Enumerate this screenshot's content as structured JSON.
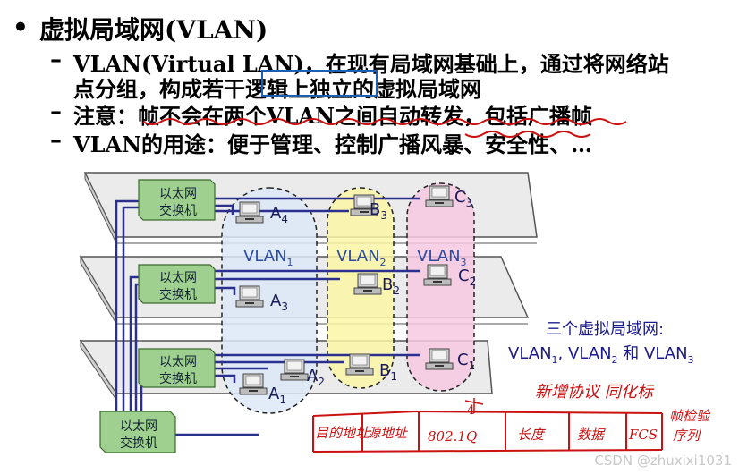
{
  "slide": {
    "bullet": "•",
    "title": "虚拟局域网(VLAN)",
    "dash": "–",
    "lines": [
      "VLAN(Virtual LAN)，在现有局域网基础上，通过将网络站",
      "点分组，构成若干逻辑上独立的虚拟局域网",
      "注意：帧不会在两个VLAN之间自动转发，包括广播帧",
      "VLAN的用途：便于管理、控制广播风暴、安全性、…"
    ]
  },
  "diagram": {
    "switch_label_line1": "以太网",
    "switch_label_line2": "交换机",
    "hosts": {
      "A4": {
        "base": "A",
        "sub": "4"
      },
      "A3": {
        "base": "A",
        "sub": "3"
      },
      "A2": {
        "base": "A",
        "sub": "2"
      },
      "A1": {
        "base": "A",
        "sub": "1"
      },
      "B3": {
        "base": "B",
        "sub": "3"
      },
      "B2": {
        "base": "B",
        "sub": "2"
      },
      "B1": {
        "base": "B",
        "sub": "1"
      },
      "C3": {
        "base": "C",
        "sub": "3"
      },
      "C2": {
        "base": "C",
        "sub": "2"
      },
      "C1": {
        "base": "C",
        "sub": "1"
      }
    },
    "vlans": [
      {
        "base": "VLAN",
        "sub": "1",
        "color": "#dce9f7"
      },
      {
        "base": "VLAN",
        "sub": "2",
        "color": "#fbf7a6"
      },
      {
        "base": "VLAN",
        "sub": "3",
        "color": "#f7c9e3"
      }
    ],
    "caption_line1": "三个虚拟局域网:",
    "caption_line2": {
      "v1": "VLAN",
      "s1": "1",
      "sep": ", ",
      "v2": "VLAN",
      "s2": "2",
      "and": " 和 ",
      "v3": "VLAN",
      "s3": "3"
    },
    "handwriting_top": "新增协议  同化标",
    "handwriting_bottom": [
      "目的地址",
      "源地址",
      "802.1Q",
      "长度",
      "数据",
      "FCS"
    ],
    "handwriting_num": "4",
    "handwriting_right": [
      "帧检验",
      "序列"
    ]
  },
  "watermark": "CSDN @zhuxixi1031",
  "colors": {
    "line_blue": "#2b2f8f",
    "caption": "#1a1a8c",
    "hand_red": "#cc1111",
    "highlight_box": "#1a5fb4"
  }
}
